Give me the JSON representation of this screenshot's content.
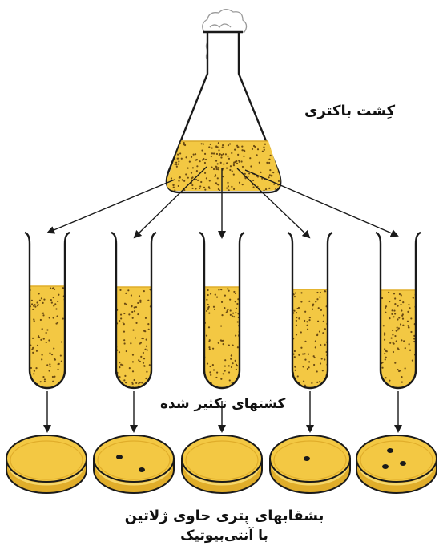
{
  "labels": {
    "bacterial_culture": "کِشت باکتری",
    "multiplied_cultures": "کشتهای تکثیر شده",
    "petri_dishes_line1": "بشقابهای پتری حاوی ژلاتین",
    "petri_dishes_line2": "با آنتی‌بیوتیک"
  },
  "colors": {
    "medium": "#f3c843",
    "medium_dark": "#e0ad2a",
    "outline": "#1a1a1a",
    "dot": "#6b4a12",
    "colony": "#1a1a1a"
  },
  "tubes": [
    {
      "name": "tube-1"
    },
    {
      "name": "tube-2"
    },
    {
      "name": "tube-3"
    },
    {
      "name": "tube-4"
    },
    {
      "name": "tube-5"
    }
  ],
  "plates": [
    {
      "name": "petri-dish-1",
      "colonies": 0
    },
    {
      "name": "petri-dish-2",
      "colonies": 2
    },
    {
      "name": "petri-dish-3",
      "colonies": 0
    },
    {
      "name": "petri-dish-4",
      "colonies": 1
    },
    {
      "name": "petri-dish-5",
      "colonies": 3
    }
  ]
}
